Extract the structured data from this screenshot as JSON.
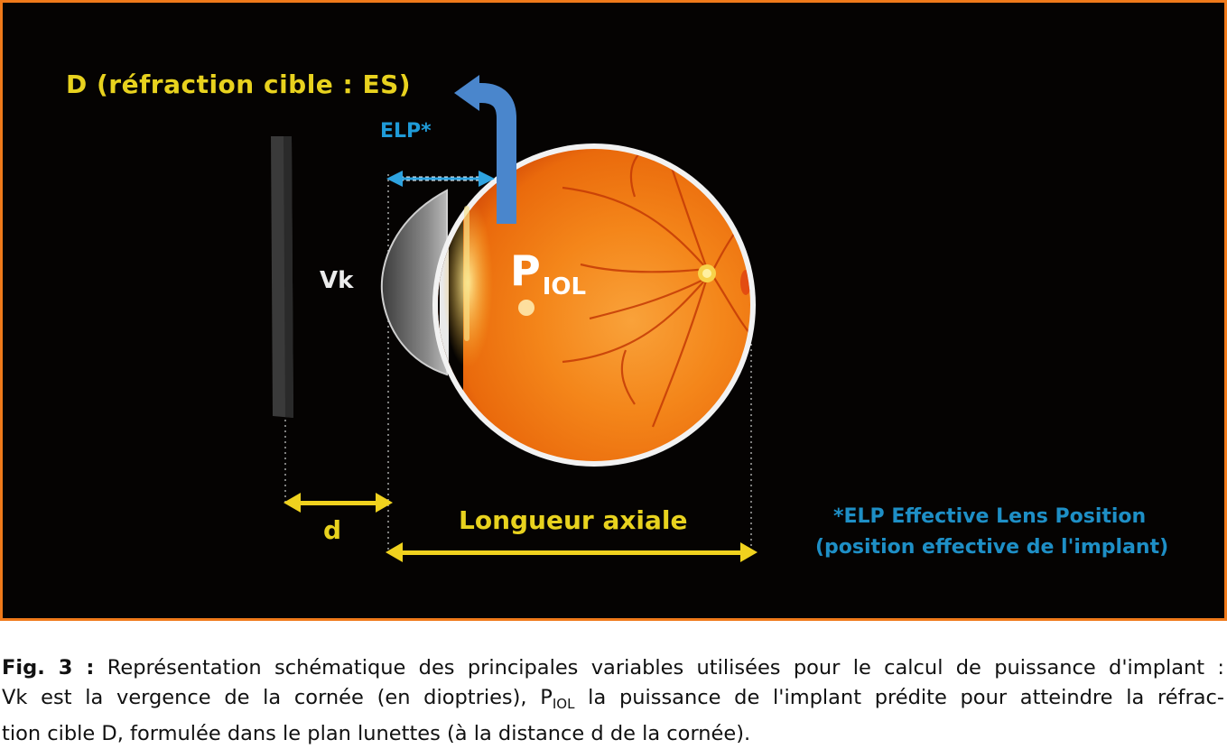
{
  "diagram": {
    "label_target_refraction": "D (réfraction cible : ES)",
    "label_elp": "ELP*",
    "label_vk": "Vk",
    "label_piol_main": "P",
    "label_piol_sub": "IOL",
    "label_d": "d",
    "label_axial_length": "Longueur axiale",
    "note_elp_line1": "*ELP Effective Lens Position",
    "note_elp_line2": "(position effective de l'implant)"
  },
  "caption": {
    "fig_label": "Fig. 3 :",
    "line1": "Représentation schématique des principales variables utilisées pour le calcul de puissance d'implant :",
    "line2_a": "Vk est la vergence de la cornée (en dioptries), P",
    "line2_sub": "IOL",
    "line2_b": " la puissance de l'implant prédite pour atteindre la réfrac-",
    "line3": "tion cible D, formulée dans le plan lunettes (à la distance d de la cornée)."
  },
  "colors": {
    "frame": "#f07a1a",
    "background": "#050302",
    "yellow_text": "#e8d21e",
    "blue_text": "#1f9bd8",
    "eye_orange": "#f58a10",
    "arrow_blue": "#4a86cc"
  },
  "icons": {
    "spectacle_lens": "spectacle-lens-bar",
    "eye": "eye-cross-section",
    "refraction_arrow": "curved-up-arrow",
    "elp_arrow": "double-arrow"
  }
}
